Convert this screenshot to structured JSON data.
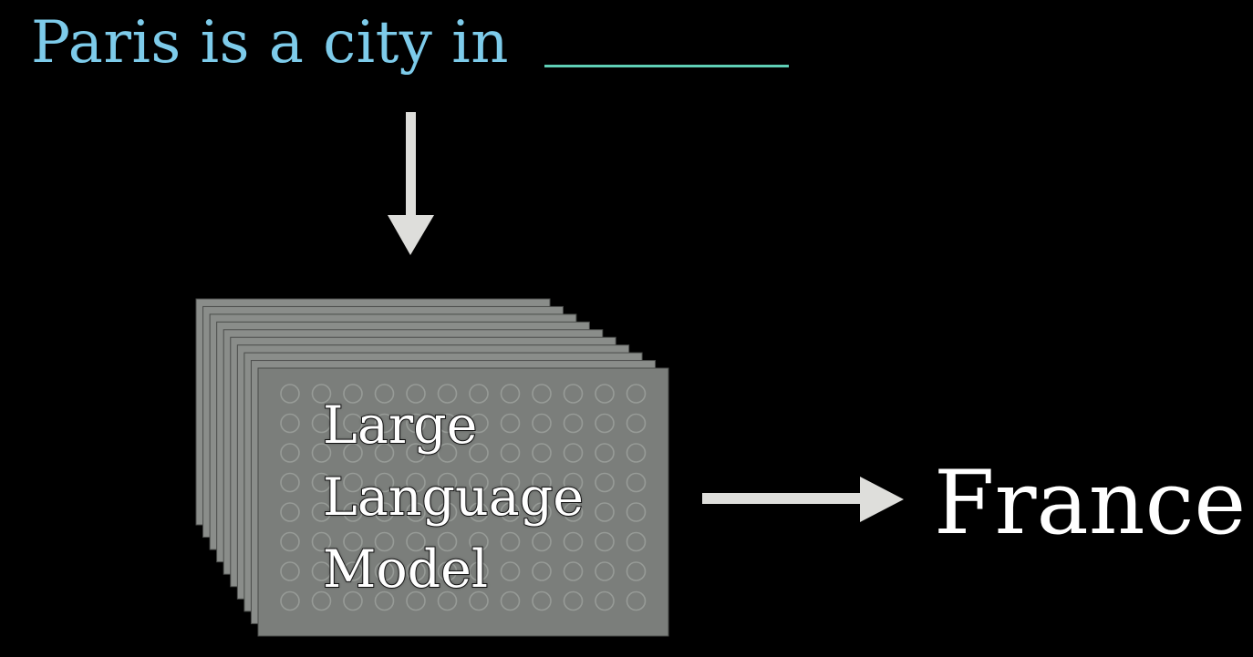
{
  "prompt": {
    "text": "Paris is a city in",
    "color": "#7dcbea",
    "blank_color": "#5fcfb6"
  },
  "model": {
    "label_lines": [
      "Large",
      "Language",
      "Model"
    ],
    "layer_color": "#7b7e7b",
    "layer_count": 10
  },
  "output": {
    "text": "France"
  },
  "arrow_color": "#dededb"
}
